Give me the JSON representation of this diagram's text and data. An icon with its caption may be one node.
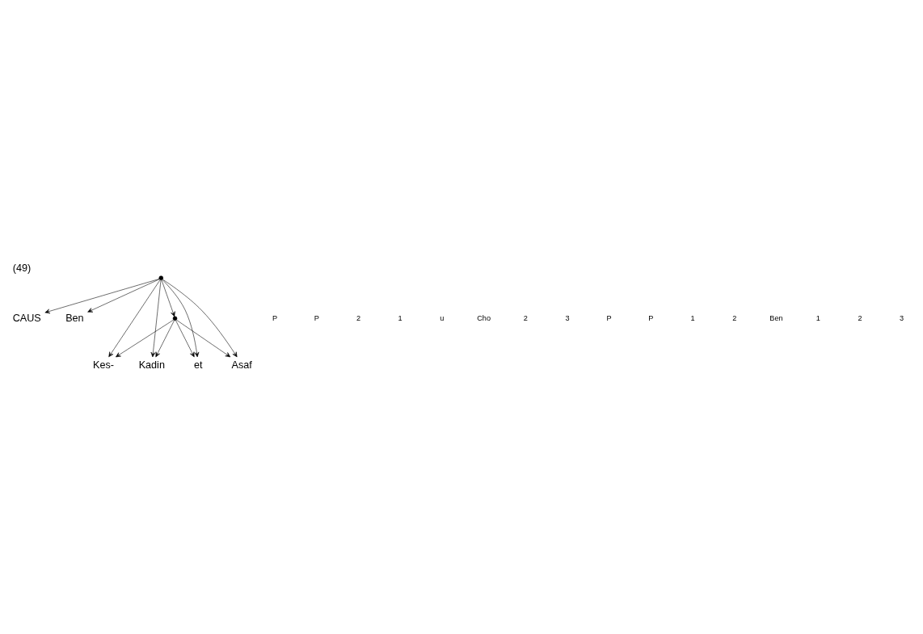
{
  "diagram": {
    "title": "(49)",
    "nodes": [
      {
        "text": [],
        "shape": "point"
      },
      {
        "text": [
          "CAUS"
        ]
      },
      {
        "text": [
          "Ben"
        ]
      },
      {
        "text": [],
        "shape": "point"
      },
      {
        "text": [
          "Kes-"
        ]
      },
      {
        "text": [
          "Kadin"
        ]
      },
      {
        "text": [
          "et"
        ]
      },
      {
        "text": [
          "Asaf"
        ]
      }
    ],
    "edges": [
      {
        "from": 0,
        "to": 1,
        "arrow": "to"
      },
      {
        "from": 0,
        "to": 2,
        "arrow": "to"
      },
      {
        "from": 0,
        "to": 3,
        "arrow": "to"
      },
      {
        "from": 0,
        "to": 4,
        "arrow": "to"
      },
      {
        "from": 0,
        "to": 5,
        "arrow": "to"
      },
      {
        "from": 0,
        "to": 6,
        "arrow": "to"
      },
      {
        "from": 0,
        "to": 7,
        "arrow": "to"
      },
      {
        "from": 3,
        "to": 4,
        "arrow": "to"
      },
      {
        "from": 3,
        "to": 5,
        "arrow": "to"
      },
      {
        "from": 3,
        "to": 6,
        "arrow": "to"
      },
      {
        "from": 3,
        "to": 7,
        "arrow": "to"
      }
    ],
    "labels": [
      "P",
      "P",
      "2",
      "1",
      "u",
      "Cho",
      "2",
      "3",
      "P",
      "P",
      "1",
      "2",
      "Ben",
      "1",
      "2",
      "3"
    ]
  }
}
